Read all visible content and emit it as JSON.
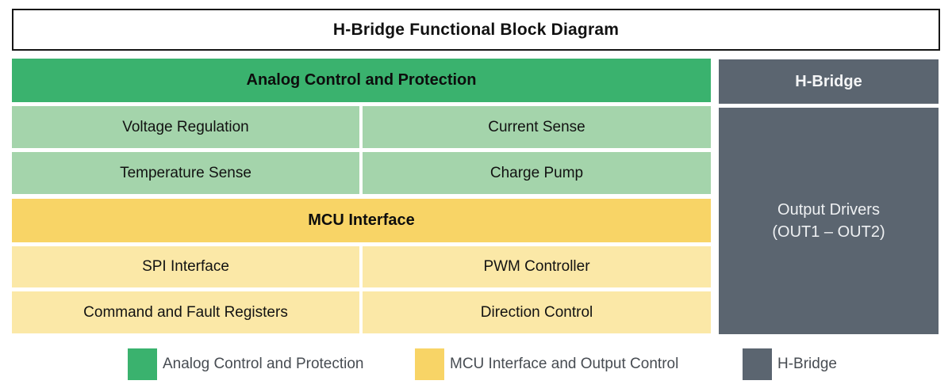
{
  "title": "H-Bridge Functional Block Diagram",
  "colors": {
    "analog_green": "#3ab26e",
    "analog_light_green": "#a4d4ab",
    "mcu_yellow": "#f8d466",
    "mcu_light_yellow": "#fbe8a7",
    "hbridge_gray": "#5b6570",
    "cell_text": "#121212",
    "legend_text": "#474c52"
  },
  "analog_section": {
    "header": "Analog Control and Protection",
    "cells": [
      [
        "Voltage Regulation",
        "Current Sense"
      ],
      [
        "Temperature Sense",
        "Charge Pump"
      ]
    ]
  },
  "mcu_section": {
    "header": "MCU Interface",
    "cells": [
      [
        "SPI Interface",
        "PWM Controller"
      ],
      [
        "Command and Fault Registers",
        "Direction Control"
      ]
    ]
  },
  "hbridge_section": {
    "header": "H-Bridge",
    "body_lines": [
      "Output Drivers",
      "(OUT1 – OUT2)"
    ]
  },
  "legend": [
    {
      "label": "Analog Control and Protection",
      "color": "#3ab26e"
    },
    {
      "label": "MCU Interface and Output Control",
      "color": "#f8d466"
    },
    {
      "label": "H-Bridge",
      "color": "#5b6570"
    }
  ]
}
